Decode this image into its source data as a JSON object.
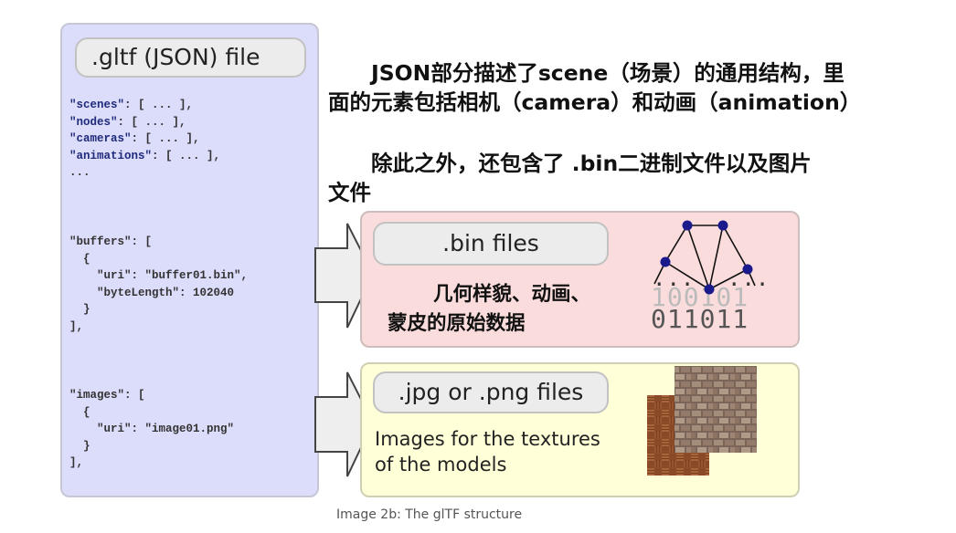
{
  "json_panel": {
    "title": ".gltf (JSON) file",
    "code_lines_1": [
      {
        "key": "\"scenes\"",
        "rest": ": [ ... ],"
      },
      {
        "key": "\"nodes\"",
        "rest": ": [ ... ],"
      },
      {
        "key": "\"cameras\"",
        "rest": ": [ ... ],"
      },
      {
        "key": "\"animations\"",
        "rest": ": [ ... ],"
      },
      {
        "key": "",
        "rest": "..."
      }
    ],
    "buffers_block": "\"buffers\": [\n  {\n    \"uri\": \"buffer01.bin\",\n    \"byteLength\": 102040\n  }\n],",
    "images_block": "\"images\": [\n  {\n    \"uri\": \"image01.png\"\n  }\n],"
  },
  "headline": {
    "line1": "　　JSON部分描述了scene（场景）的通用结构，里",
    "line2": "面的元素包括相机（camera）和动画（animation）",
    "line3": "　　除此之外，还包含了 .bin二进制文件以及图片",
    "line4": "文件"
  },
  "bin_panel": {
    "title": ".bin files",
    "desc_line1": "几何样貌、动画、",
    "desc_line2": "蒙皮的原始数据",
    "binary_top": "100101",
    "binary_bottom": "011011",
    "dots_left": "...",
    "dots_right": "..."
  },
  "img_panel": {
    "title": ".jpg or .png files",
    "desc_line1": "Images for the textures",
    "desc_line2": "of the models"
  },
  "caption": "Image 2b: The glTF structure",
  "colors": {
    "json_bg": "#dcdcfb",
    "bin_bg": "#fbdcdc",
    "img_bg": "#ffffd8",
    "node": "#1a1a8c",
    "arrow_fill": "#eeeeee"
  }
}
